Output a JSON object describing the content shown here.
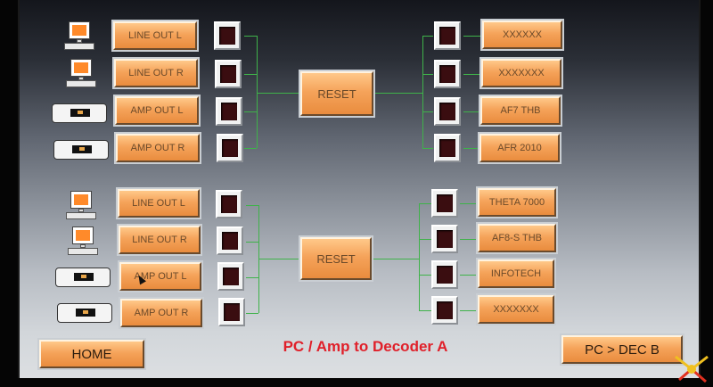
{
  "title": "PC / Amp to Decoder A",
  "reset_label": "RESET",
  "nav": {
    "home": "HOME",
    "next": "PC > DEC B"
  },
  "group_a": {
    "inputs": [
      "LINE OUT L",
      "LINE OUT R",
      "AMP OUT L",
      "AMP OUT R"
    ],
    "outputs": [
      "XXXXXX",
      "XXXXXXX",
      "AF7 THB",
      "AFR 2010"
    ]
  },
  "group_b": {
    "inputs": [
      "LINE OUT L",
      "LINE OUT R",
      "AMP OUT L",
      "AMP OUT R"
    ],
    "outputs": [
      "THETA 7000",
      "AF8-S THB",
      "INFOTECH",
      "XXXXXXX"
    ]
  },
  "colors": {
    "button": "#f5a35a",
    "wire": "#3fb24a",
    "title": "#e0202a",
    "lamp_off": "#3a0d10"
  }
}
